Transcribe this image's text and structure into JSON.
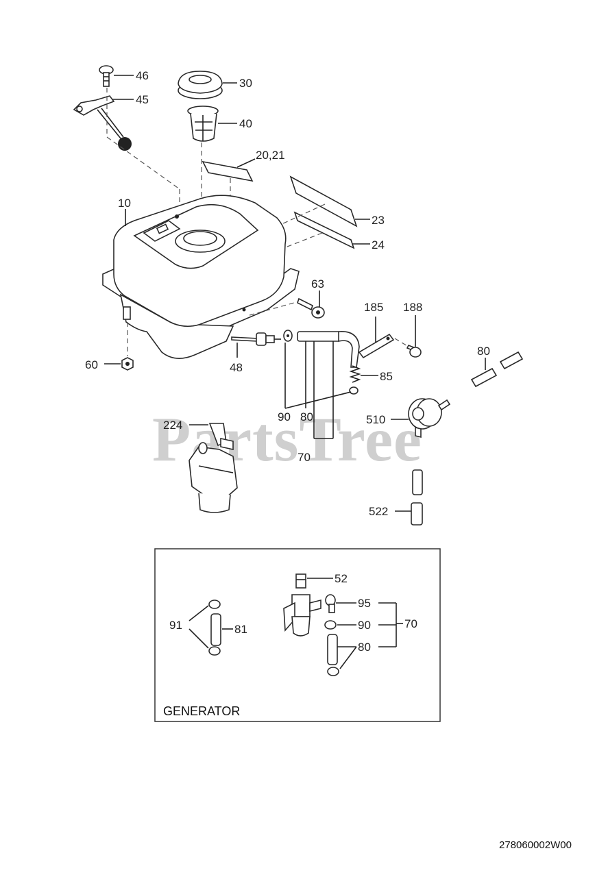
{
  "watermark": "PartsTree",
  "diagram_number": "278060002W00",
  "inset": {
    "title": "GENERATOR"
  },
  "callouts": {
    "c46": "46",
    "c45": "45",
    "c30": "30",
    "c40": "40",
    "c2021": "20,21",
    "c10": "10",
    "c23": "23",
    "c24": "24",
    "c63": "63",
    "c185": "185",
    "c188": "188",
    "c60": "60",
    "c48": "48",
    "c85": "85",
    "c80top": "80",
    "c90": "90",
    "c80mid": "80",
    "c510": "510",
    "c224": "224",
    "c70": "70",
    "c522": "522",
    "c52": "52",
    "c95": "95",
    "c90b": "90",
    "c70b": "70",
    "c91": "91",
    "c81": "81",
    "c80b": "80"
  },
  "colors": {
    "line": "#222222",
    "watermark": "#cfcfcf",
    "background": "#ffffff"
  }
}
